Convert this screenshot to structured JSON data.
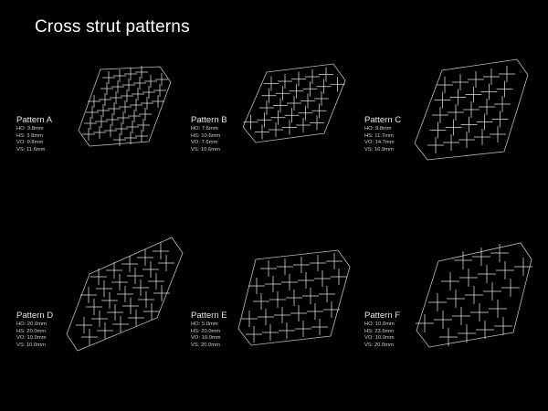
{
  "title": "Cross strut patterns",
  "patterns": [
    {
      "name": "Pattern A",
      "params": [
        "HO: 3.8mm",
        "HS: 3.8mm",
        "VO: 9.8mm",
        "VS: 11.6mm"
      ]
    },
    {
      "name": "Pattern B",
      "params": [
        "HO: 7.6mm",
        "HS: 10.6mm",
        "VO: 7.6mm",
        "VS: 10.6mm"
      ]
    },
    {
      "name": "Pattern C",
      "params": [
        "HO: 9.8mm",
        "HS: 11.7mm",
        "VO: 14.7mm",
        "VS: 16.9mm"
      ]
    },
    {
      "name": "Pattern D",
      "params": [
        "HO: 20.0mm",
        "HS: 20.0mm",
        "VO: 10.0mm",
        "VS: 10.0mm"
      ]
    },
    {
      "name": "Pattern E",
      "params": [
        "HO: 5.0mm",
        "HS: 20.0mm",
        "VO: 10.0mm",
        "VS: 20.0mm"
      ]
    },
    {
      "name": "Pattern F",
      "params": [
        "HO: 10.0mm",
        "HS: 23.6mm",
        "VO: 10.0mm",
        "VS: 20.0mm"
      ]
    }
  ],
  "colors": {
    "background": "#000000",
    "text": "#ffffff",
    "line": "#e0e0e0"
  }
}
